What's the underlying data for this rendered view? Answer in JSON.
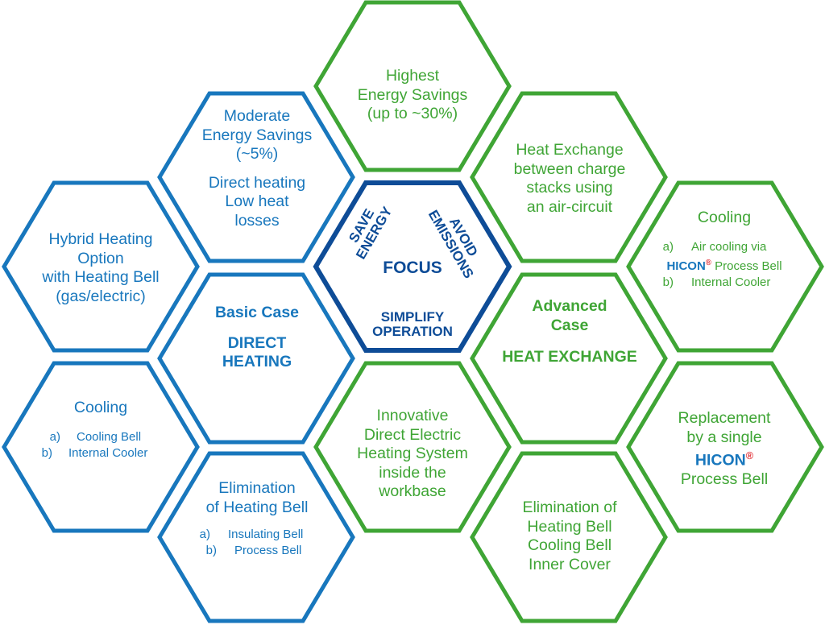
{
  "colors": {
    "blue": "#1877bd",
    "green": "#3fa535",
    "navy": "#0e4c97",
    "registered_mark": "#e2353b"
  },
  "brand": {
    "name": "HICON",
    "mark": "®"
  },
  "focus": {
    "center": "FOCUS",
    "save_energy": [
      "SAVE",
      "ENERGY"
    ],
    "avoid_emissions": [
      "AVOID",
      "EMISSIONS"
    ],
    "simplify_operation": [
      "SIMPLIFY",
      "OPERATION"
    ]
  },
  "blue_side": {
    "moderate": {
      "lines": [
        "Moderate",
        "Energy Savings",
        "(~5%)"
      ],
      "detail": [
        "Direct heating",
        "Low heat",
        "losses"
      ]
    },
    "hybrid": {
      "lines": [
        "Hybrid Heating",
        "Option",
        "with Heating Bell",
        "(gas/electric)"
      ]
    },
    "basic_case": {
      "title": "Basic Case",
      "subtitle": [
        "DIRECT",
        "HEATING"
      ]
    },
    "cooling": {
      "title": "Cooling",
      "items": [
        {
          "key": "a)",
          "value": "Cooling Bell"
        },
        {
          "key": "b)",
          "value": "Internal Cooler"
        }
      ]
    },
    "elimination": {
      "title": [
        "Elimination",
        "of Heating Bell"
      ],
      "items": [
        {
          "key": "a)",
          "value": "Insulating Bell"
        },
        {
          "key": "b)",
          "value": "Process Bell"
        }
      ]
    }
  },
  "green_side": {
    "highest": {
      "lines": [
        "Highest",
        "Energy Savings",
        "(up to ~30%)"
      ]
    },
    "heat_exchange_desc": {
      "lines": [
        "Heat Exchange",
        "between charge",
        "stacks using",
        "an air-circuit"
      ]
    },
    "cooling": {
      "title": "Cooling",
      "item_a_key": "a)",
      "item_a_line1": "Air cooling via",
      "item_a_line2_suffix": "Process Bell",
      "item_b_key": "b)",
      "item_b_value": "Internal Cooler"
    },
    "advanced_case": {
      "title": [
        "Advanced",
        "Case"
      ],
      "subtitle": "HEAT EXCHANGE"
    },
    "innovative": {
      "lines": [
        "Innovative",
        "Direct Electric",
        "Heating System",
        "inside the",
        "workbase"
      ]
    },
    "replacement": {
      "line1": "Replacement",
      "line2": "by a single",
      "line4": "Process Bell"
    },
    "elimination": {
      "lines": [
        "Elimination of",
        "Heating Bell",
        "Cooling Bell",
        "Inner Cover"
      ]
    }
  }
}
